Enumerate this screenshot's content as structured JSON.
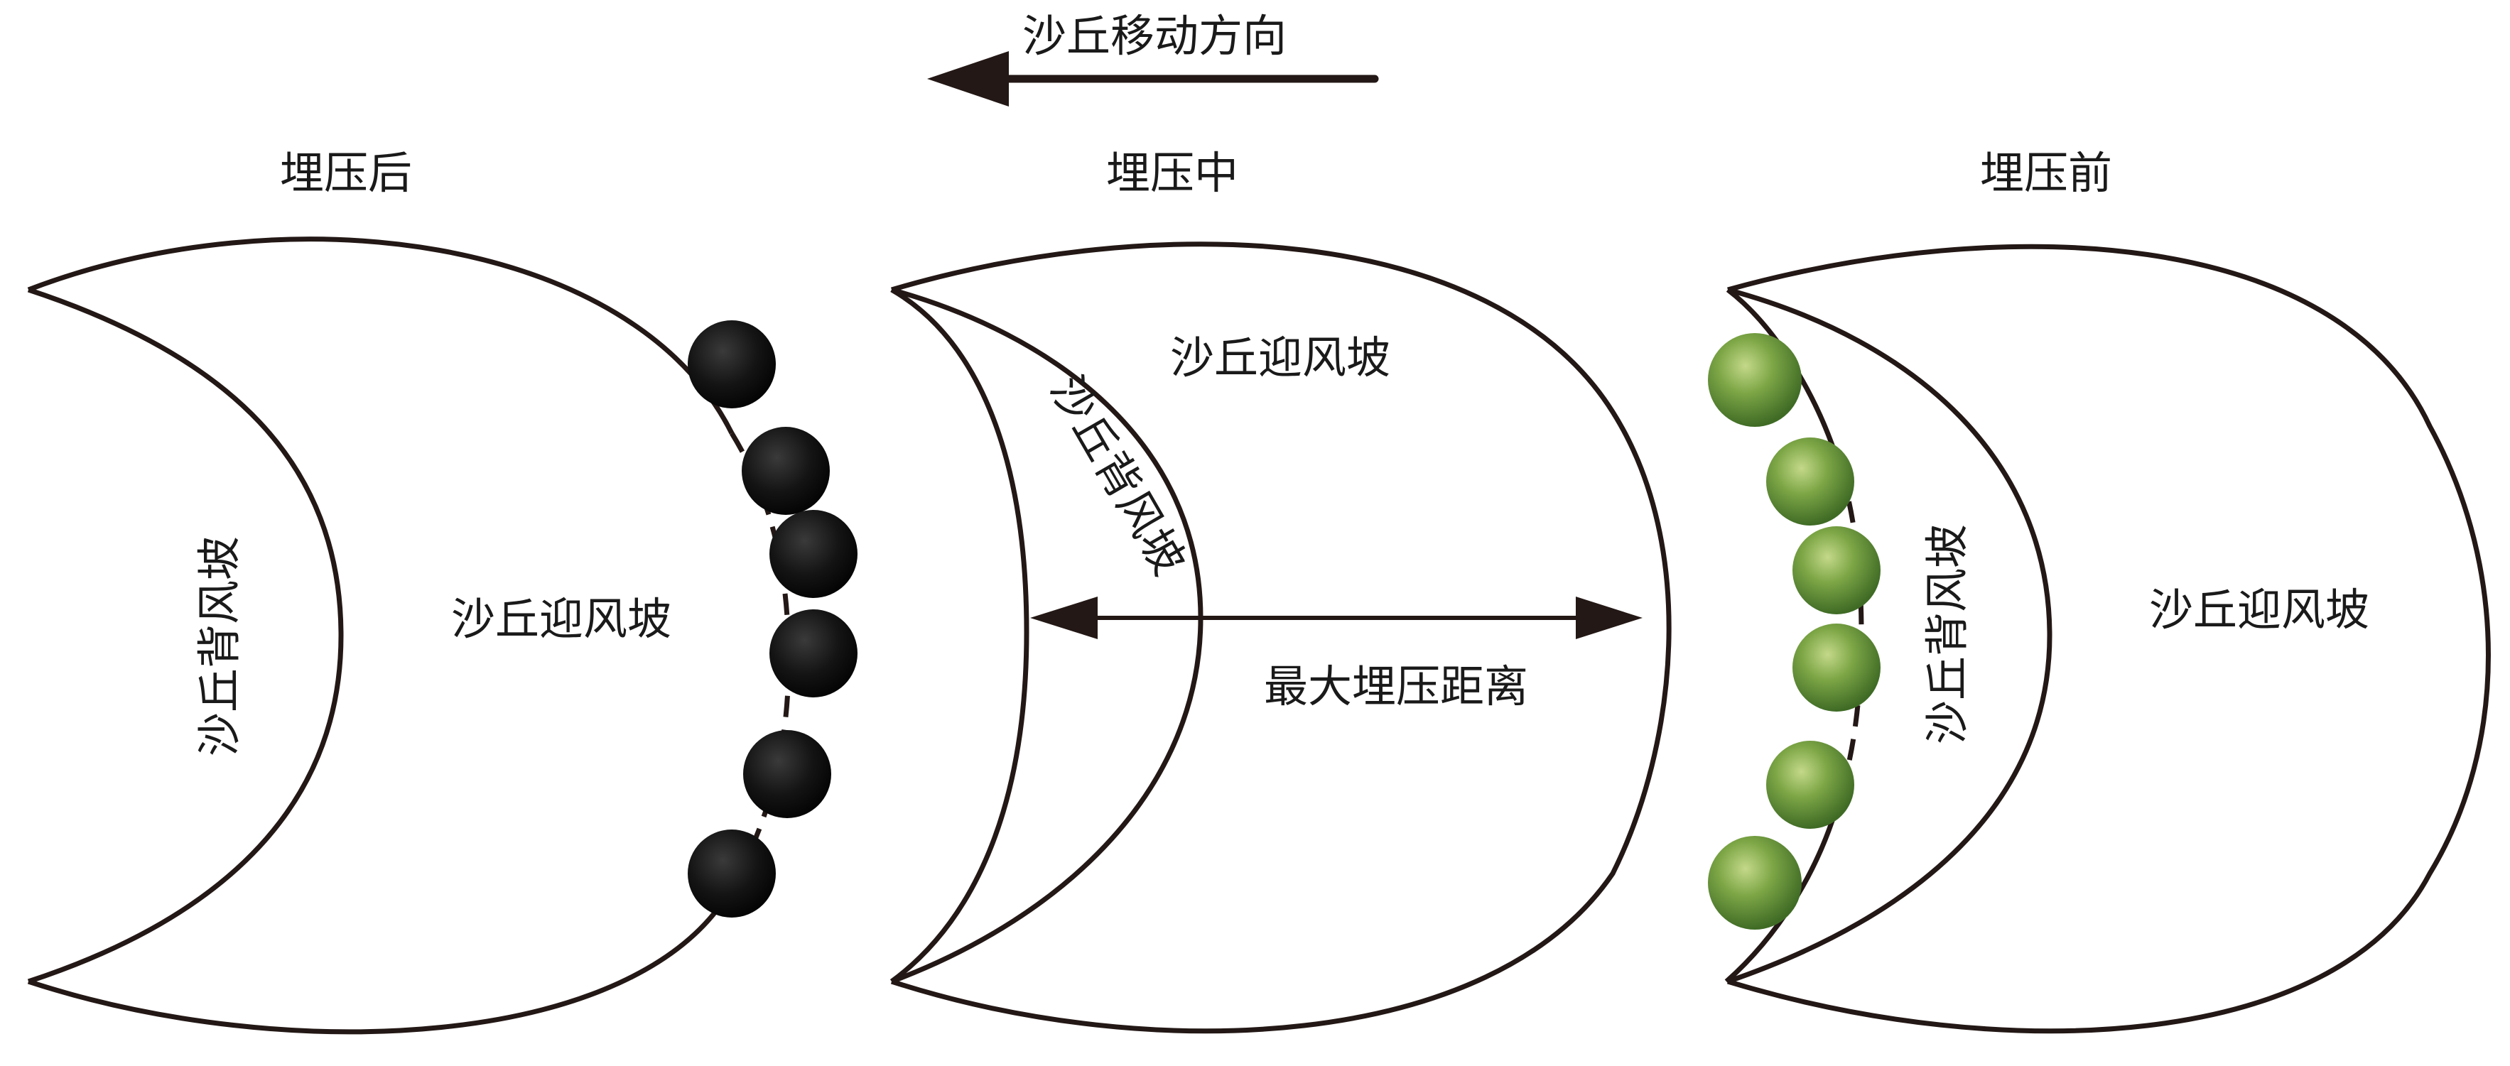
{
  "direction": {
    "label": "沙丘移动方向"
  },
  "panels": [
    {
      "stage_label": "埋压后",
      "windward_label": "沙丘迎风坡",
      "leeward_label": "沙丘背风坡",
      "shrub_state": "buried (dark)"
    },
    {
      "stage_label": "埋压中",
      "windward_label": "沙丘迎风坡",
      "leeward_label": "沙丘背风坡",
      "measure_label": "最大埋压距离"
    },
    {
      "stage_label": "埋压前",
      "windward_label": "沙丘迎风坡",
      "leeward_label": "沙丘背风坡",
      "shrub_state": "healthy (green)"
    }
  ],
  "colors": {
    "outline": "#231815",
    "buried_shrub": "#141414",
    "healthy_shrub": "#6f9a3c"
  }
}
